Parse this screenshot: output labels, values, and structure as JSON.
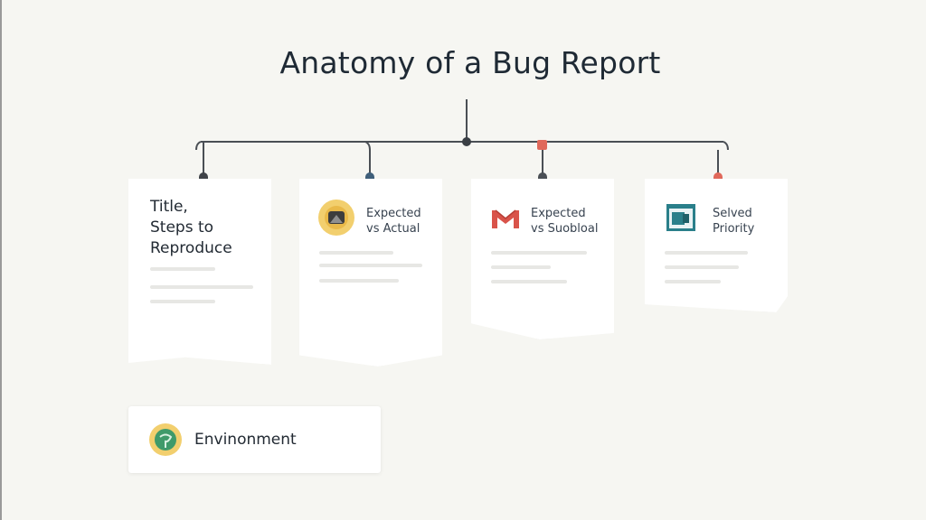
{
  "title": "Anatomy of a Bug Report",
  "cards": [
    {
      "label": "Title,\nSteps to\nReproduce",
      "pin_color": "#3f4348"
    },
    {
      "label": "Expected\n   vs Actual",
      "pin_color": "#3f5f7a",
      "icon": "severity-badge-icon"
    },
    {
      "label": "Expected\nvs Suobloal",
      "pin_color": "#4a4f55",
      "top_pin_color": "#e0685a",
      "icon": "gmail-envelope-icon"
    },
    {
      "label": "Selved\nPriority",
      "pin_color": "#e0685a",
      "icon": "priority-window-icon"
    }
  ],
  "environment": {
    "label": "Envinonment",
    "icon": "environment-leaf-icon"
  },
  "colors": {
    "connector": "#4a4f55",
    "accent_red": "#e0685a",
    "accent_blue": "#3f5f7a",
    "icon_teal": "#2a7f8a",
    "icon_yellow": "#f2cf6e"
  }
}
